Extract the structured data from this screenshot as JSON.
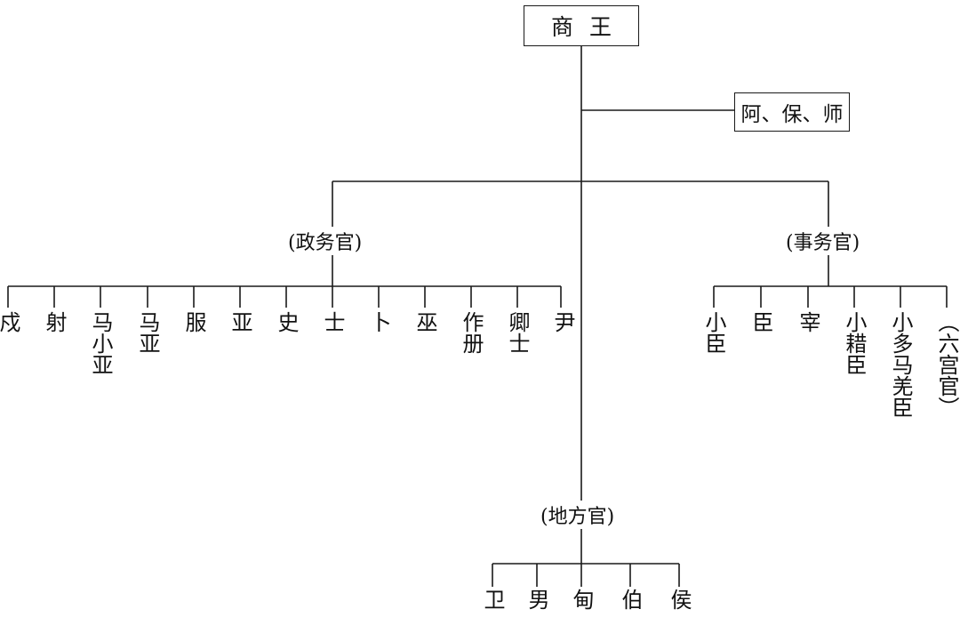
{
  "root": "商王",
  "advisors": "阿、保、师",
  "groups": {
    "zhengwu": {
      "label": "(政务官)",
      "officials": [
        "戍",
        "射",
        "马小亚",
        "马亚",
        "服",
        "亚",
        "史",
        "士",
        "卜",
        "巫",
        "作册",
        "卿士",
        "尹"
      ]
    },
    "shiwu": {
      "label": "(事务官)",
      "officials": [
        "小臣",
        "臣",
        "宰",
        "小耤臣",
        "小多马羌臣",
        "（六宫官）"
      ]
    },
    "difang": {
      "label": "(地方官)",
      "officials": [
        "卫",
        "男",
        "甸",
        "伯",
        "侯"
      ]
    }
  }
}
